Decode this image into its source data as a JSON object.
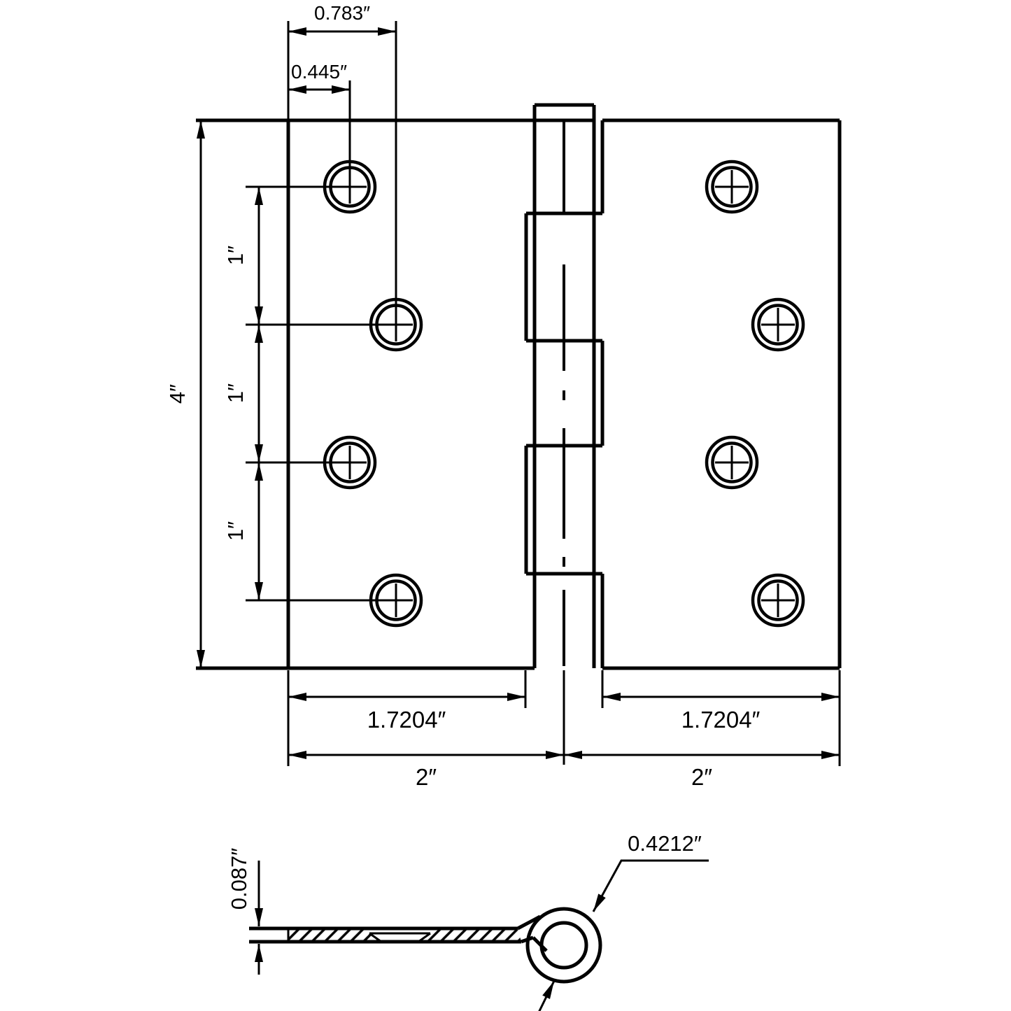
{
  "drawing": {
    "kind": "butt-hinge dimensioned technical drawing",
    "line_color": "#000000",
    "background_color": "#ffffff"
  },
  "labels": {
    "top_outer": "0.783″",
    "top_inner": "0.445″",
    "height": "4″",
    "row_spacing": [
      "1″",
      "1″",
      "1″"
    ],
    "leaf_left": "1.7204″",
    "leaf_right": "1.7204″",
    "half_left": "2″",
    "half_right": "2″",
    "thickness": "0.087″",
    "knuckle_diameter": "0.4212″"
  },
  "dimension_values_in": {
    "plate_height": 4,
    "hole_row_spacing": 1,
    "leaf_width": 1.7204,
    "half_width": 2,
    "edge_to_first_hole_column": 0.445,
    "edge_to_second_hole_column": 0.783,
    "leaf_thickness": 0.087,
    "knuckle_diameter": 0.4212
  }
}
